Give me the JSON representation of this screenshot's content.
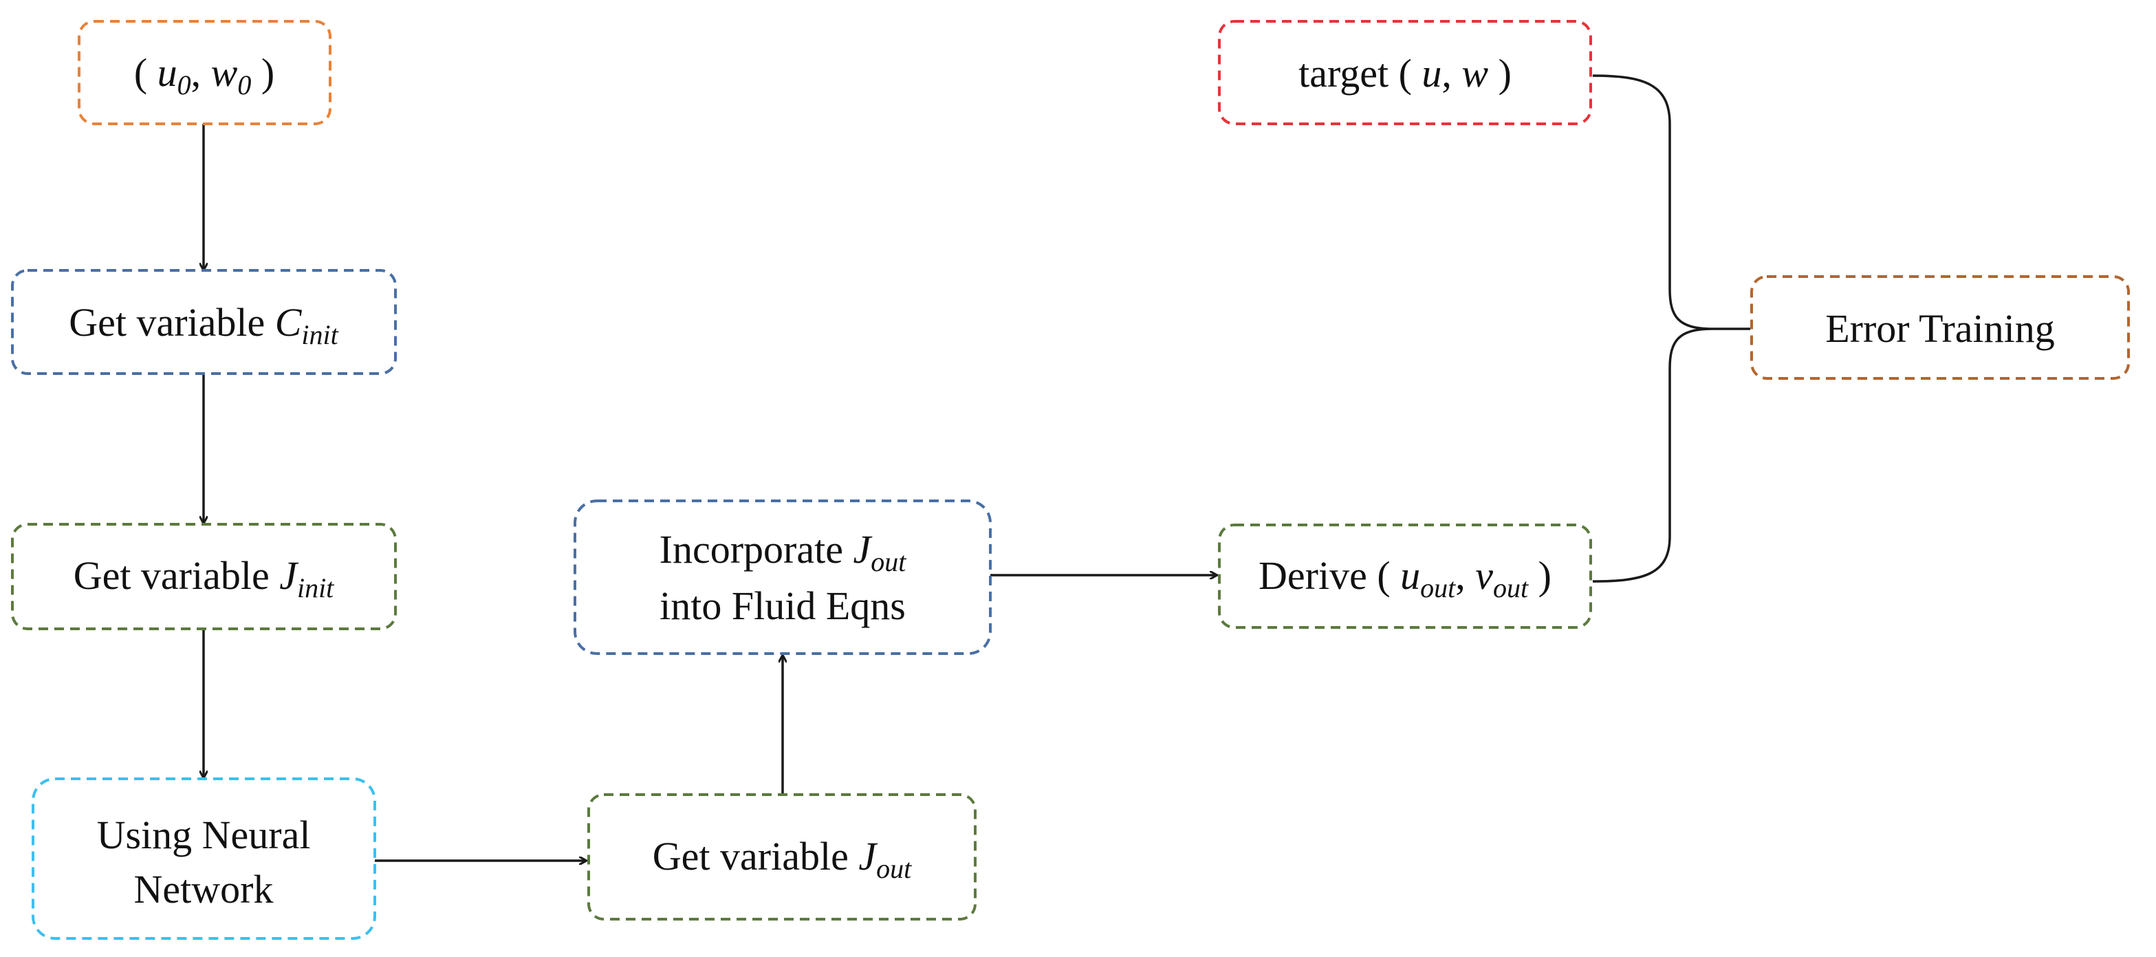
{
  "colors": {
    "orange": "#E8823A",
    "blue": "#4A6FA5",
    "green": "#5C7A3E",
    "cyan": "#3CC0EE",
    "red": "#E8333A",
    "brown": "#B3652F",
    "line": "#1a1a1a"
  },
  "nodes": {
    "initial_state": {
      "open": "( ",
      "u": "u",
      "u_sub": "0",
      "comma": ", ",
      "w": "w",
      "w_sub": "0",
      "close": " )"
    },
    "get_c_init": {
      "prefix": "Get variable ",
      "var": "C",
      "sub": "init"
    },
    "get_j_init": {
      "prefix": "Get variable ",
      "var": "J",
      "sub": "init"
    },
    "neural_network": {
      "line1": "Using Neural",
      "line2": "Network"
    },
    "get_j_out": {
      "prefix": "Get variable ",
      "var": "J",
      "sub": "out"
    },
    "incorporate": {
      "prefix": "Incorporate ",
      "var": "J",
      "sub": "out",
      "line2": "into Fluid Eqns"
    },
    "derive": {
      "prefix": "Derive ( ",
      "u": "u",
      "u_sub": "out",
      "comma": ", ",
      "v": "v",
      "v_sub": "out",
      "close": " )"
    },
    "target": {
      "prefix": "target ( ",
      "u": "u",
      "comma": ", ",
      "w": "w",
      "close": " )"
    },
    "error_training": {
      "label": "Error Training"
    }
  }
}
